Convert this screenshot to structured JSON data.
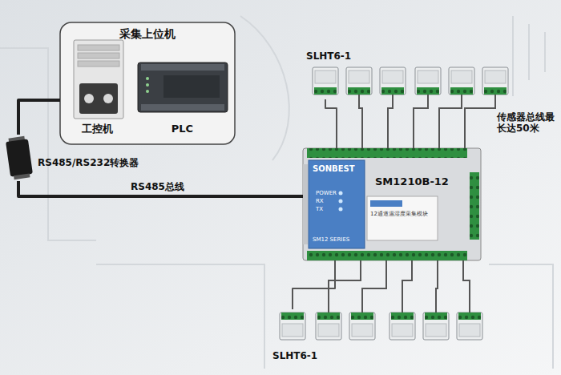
{
  "diagram": {
    "nodes": [
      {
        "text": [
          "采集上位机"
        ]
      },
      {
        "text": [
          "工控机"
        ],
        "in": 0
      },
      {
        "text": [
          "PLC"
        ],
        "in": 0
      },
      {
        "text": [
          "RS485/RS232转换器"
        ]
      },
      {
        "text": [
          "SONBEST",
          "SM1210B-12",
          "POWER",
          "RX",
          "TX",
          "SM12 SERIES",
          "12通道温湿度采集模块"
        ]
      },
      {
        "text": [
          "SLHT6-1"
        ]
      },
      {
        "text": [
          "SLHT6-1"
        ]
      }
    ],
    "edges": [
      {
        "from": 3,
        "to": 0,
        "arrow": "none"
      },
      {
        "from": 3,
        "to": 4,
        "label": "RS485总线",
        "arrow": "none"
      },
      {
        "from": 5,
        "to": 4,
        "arrow": "none"
      },
      {
        "from": 6,
        "to": 4,
        "arrow": "none"
      }
    ],
    "labels": [
      "传感器总线最长达50米"
    ]
  }
}
